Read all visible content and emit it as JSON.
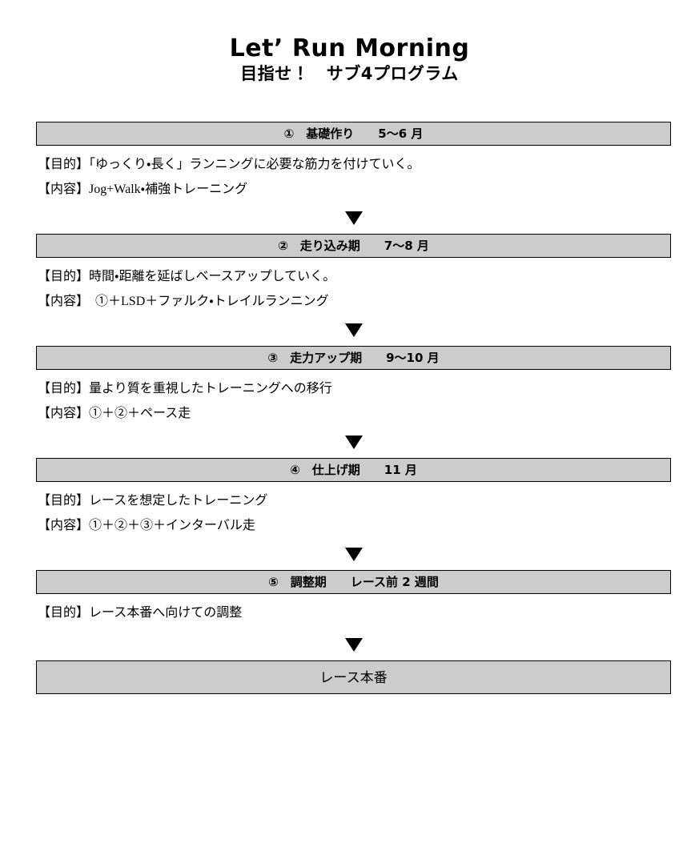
{
  "title": {
    "main": "Let’ Run Morning",
    "sub": "目指せ！　サブ4プログラム"
  },
  "labels": {
    "purpose": "【目的】",
    "content": "【内容】",
    "arrow": "▼"
  },
  "colors": {
    "header_fill": "#cccccc",
    "border": "#000000",
    "text": "#000000",
    "page_background": "#ffffff"
  },
  "stages": [
    {
      "number": "①",
      "header": "①　基礎作り　　5〜6 月",
      "name": "基礎作り",
      "period": "5〜6 月",
      "purpose_label": "【目的】",
      "purpose_text": "「ゆっくり・長く」ランニングに必要な筋力を付けていく。",
      "content_label": "【内容】",
      "content_text": "Jog+Walk・補強トレーニング"
    },
    {
      "number": "②",
      "header": "②　走り込み期　　7〜8 月",
      "name": "走り込み期",
      "period": "7〜8 月",
      "purpose_label": "【目的】",
      "purpose_text": "時間・距離を延ばしベースアップしていく。",
      "content_label": "【内容】",
      "content_text": "　①＋LSD＋ファルク・トレイルランニング"
    },
    {
      "number": "③",
      "header": "③　走力アップ期　　9〜10 月",
      "name": "走力アップ期",
      "period": "9〜10 月",
      "purpose_label": "【目的】",
      "purpose_text": "量より質を重視したトレーニングへの移行",
      "content_label": "【内容】",
      "content_text": "①＋②＋ペース走"
    },
    {
      "number": "④",
      "header": "④　仕上げ期　　11 月",
      "name": "仕上げ期",
      "period": "11 月",
      "purpose_label": "【目的】",
      "purpose_text": "レースを想定したトレーニング",
      "content_label": "【内容】",
      "content_text": "①＋②＋③＋インターバル走"
    },
    {
      "number": "⑤",
      "header": "⑤　調整期　　レース前 2 週間",
      "name": "調整期",
      "period": "レース前 2 週間",
      "purpose_label": "【目的】",
      "purpose_text": "レース本番へ向けての調整",
      "content_label": "",
      "content_text": ""
    }
  ],
  "final": {
    "label": "レース本番"
  }
}
